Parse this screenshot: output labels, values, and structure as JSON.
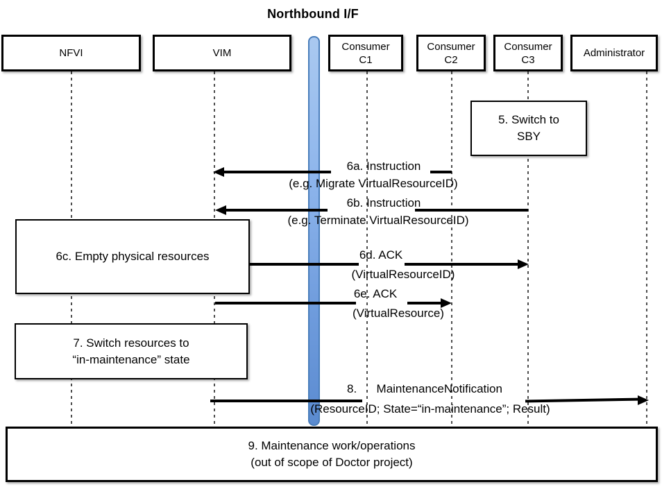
{
  "title": "Northbound I/F",
  "actors": [
    {
      "id": "nfvi",
      "label": "NFVI"
    },
    {
      "id": "vim",
      "label": "VIM"
    },
    {
      "id": "consumer-c1",
      "line1": "Consumer",
      "line2": "C1"
    },
    {
      "id": "consumer-c2",
      "line1": "Consumer",
      "line2": "C2"
    },
    {
      "id": "consumer-c3",
      "line1": "Consumer",
      "line2": "C3"
    },
    {
      "id": "administrator",
      "label": "Administrator"
    }
  ],
  "notes": [
    {
      "id": "step5",
      "line1": "5. Switch to",
      "line2": "SBY"
    },
    {
      "id": "step6c",
      "line1": "6c. Empty physical resources",
      "line2": ""
    },
    {
      "id": "step7",
      "line1": "7. Switch resources to",
      "line2": "“in-maintenance” state"
    },
    {
      "id": "step9",
      "line1": "9. Maintenance work/operations",
      "line2": "(out of scope of Doctor project)"
    }
  ],
  "messages": [
    {
      "id": "6a",
      "label": "6a. Instruction",
      "params": "(e.g. Migrate VirtualResourceID)",
      "from": "Consumer C2",
      "to": "VIM",
      "direction": "left"
    },
    {
      "id": "6b",
      "label": "6b. Instruction",
      "params": "(e.g. Terminate VirtualResourceID)",
      "from": "Consumer C3",
      "to": "VIM",
      "direction": "left"
    },
    {
      "id": "6d",
      "label": "6d. ACK",
      "params": "(VirtualResourceID)",
      "from": "VIM",
      "to": "Consumer C3",
      "direction": "right"
    },
    {
      "id": "6e",
      "label": "6e. ACK",
      "params": "(VirtualResource)",
      "from": "VIM",
      "to": "Consumer C2",
      "direction": "right"
    },
    {
      "id": "8",
      "label": "8.      MaintenanceNotification",
      "params": "(ResourceID; State=“in-maintenance”; Result)",
      "from": "VIM",
      "to": "Administrator",
      "direction": "right"
    }
  ],
  "colors": {
    "bar_top": "#aac9f0",
    "bar_bottom": "#5b8bd0",
    "bar_border": "#4a7ebb",
    "arrow": "#000000",
    "lifeline": "#4d4d4d",
    "box_border": "#000000",
    "background": "#ffffff"
  }
}
